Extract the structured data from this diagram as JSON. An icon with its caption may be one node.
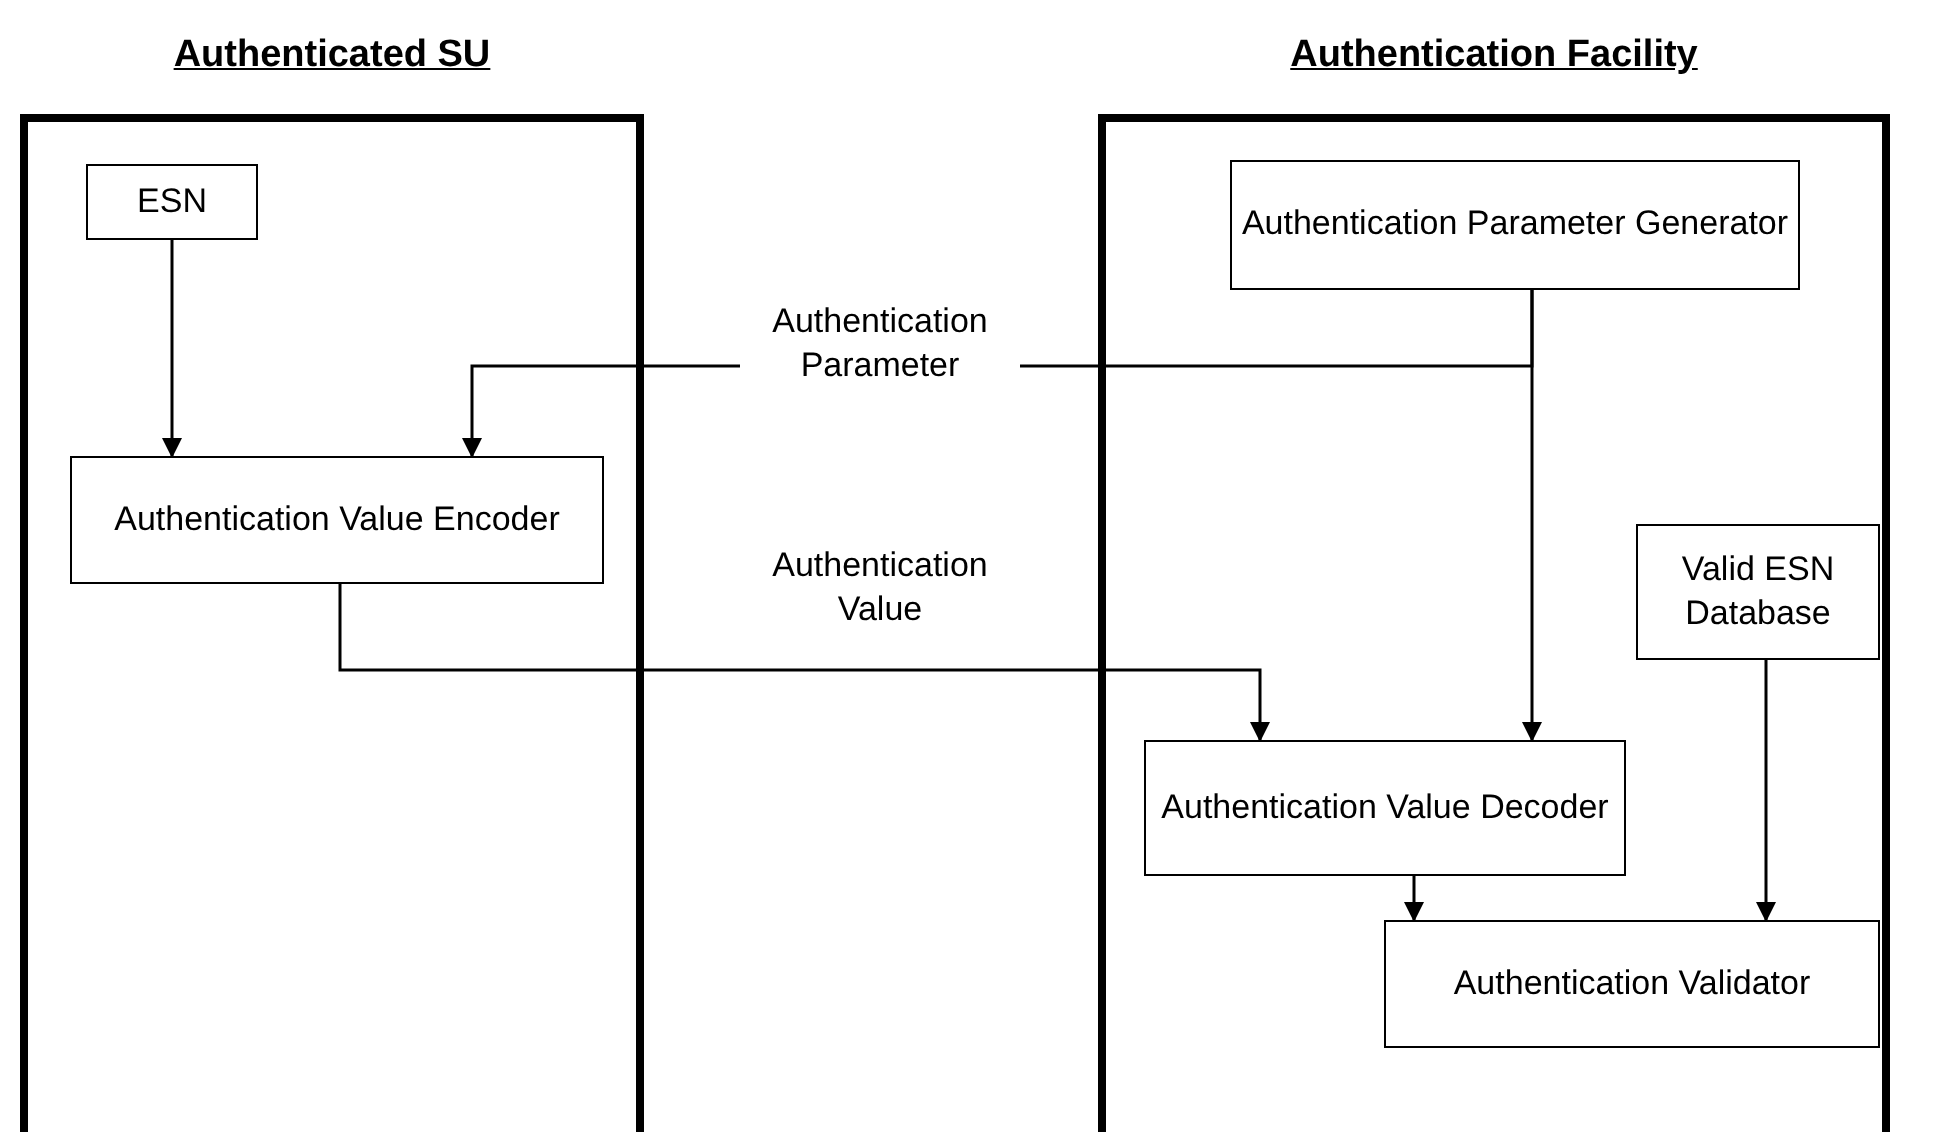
{
  "diagram": {
    "nodes": [
      {
        "text": [
          "Authenticated SU"
        ]
      },
      {
        "text": [
          "ESN"
        ],
        "in": 0
      },
      {
        "text": [
          "Authentication Value Encoder"
        ],
        "in": 0
      },
      {
        "text": [
          "Authentication Facility"
        ]
      },
      {
        "text": [
          "Authentication Parameter Generator"
        ],
        "in": 3
      },
      {
        "text": [
          "Valid ESN Database"
        ],
        "in": 3
      },
      {
        "text": [
          "Authentication Value Decoder"
        ],
        "in": 3
      },
      {
        "text": [
          "Authentication Validator"
        ],
        "in": 3
      }
    ],
    "edges": [
      {
        "from": 1,
        "to": 2,
        "arrow": "to"
      },
      {
        "from": 4,
        "to": 2,
        "arrow": "to",
        "label": "Authentication Parameter"
      },
      {
        "from": 4,
        "to": 6,
        "arrow": "to"
      },
      {
        "from": 2,
        "to": 6,
        "arrow": "to",
        "label": "Authentication Value"
      },
      {
        "from": 6,
        "to": 7,
        "arrow": "to"
      },
      {
        "from": 5,
        "to": 7,
        "arrow": "to"
      }
    ]
  }
}
